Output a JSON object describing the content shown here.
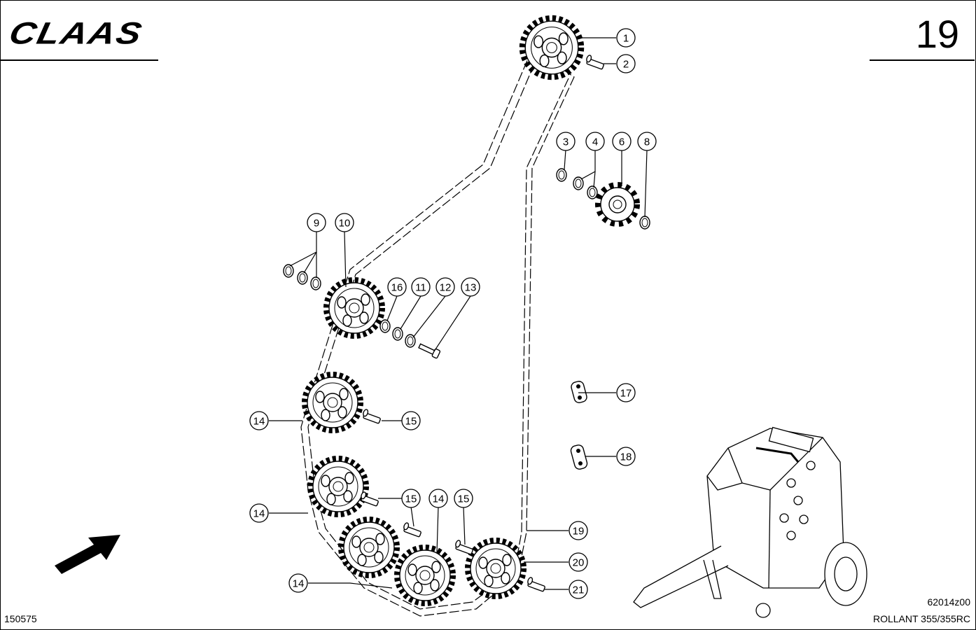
{
  "header": {
    "brand": "CLAAS",
    "page_number": "19"
  },
  "footer": {
    "left_code": "150575",
    "drawing_code": "62014z00",
    "model": "ROLLANT 355/355RC"
  },
  "callouts": [
    {
      "id": "c1",
      "label": "1"
    },
    {
      "id": "c2",
      "label": "2"
    },
    {
      "id": "c3",
      "label": "3"
    },
    {
      "id": "c4",
      "label": "4"
    },
    {
      "id": "c6",
      "label": "6"
    },
    {
      "id": "c8",
      "label": "8"
    },
    {
      "id": "c9",
      "label": "9"
    },
    {
      "id": "c10",
      "label": "10"
    },
    {
      "id": "c16",
      "label": "16"
    },
    {
      "id": "c11",
      "label": "11"
    },
    {
      "id": "c12",
      "label": "12"
    },
    {
      "id": "c13",
      "label": "13"
    },
    {
      "id": "c14a",
      "label": "14"
    },
    {
      "id": "c15a",
      "label": "15"
    },
    {
      "id": "c17",
      "label": "17"
    },
    {
      "id": "c18",
      "label": "18"
    },
    {
      "id": "c14b",
      "label": "14"
    },
    {
      "id": "c15b",
      "label": "15"
    },
    {
      "id": "c14c",
      "label": "14"
    },
    {
      "id": "c15c",
      "label": "15"
    },
    {
      "id": "c19",
      "label": "19"
    },
    {
      "id": "c20",
      "label": "20"
    },
    {
      "id": "c14d",
      "label": "14"
    },
    {
      "id": "c21",
      "label": "21"
    }
  ]
}
